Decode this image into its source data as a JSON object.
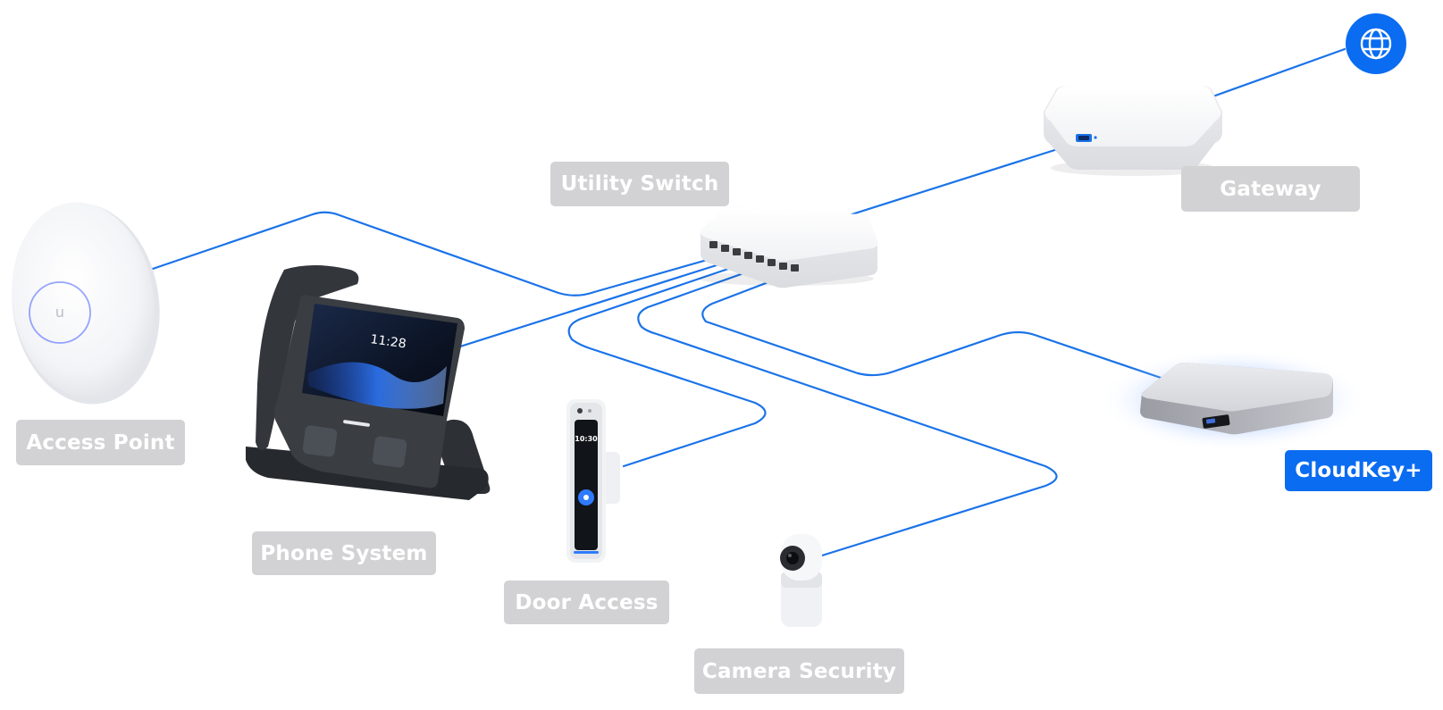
{
  "diagram": {
    "labels": {
      "utility_switch": "Utility Switch",
      "gateway": "Gateway",
      "access_point": "Access Point",
      "phone_system": "Phone System",
      "door_access": "Door Access",
      "camera_security": "Camera Security",
      "cloudkey": "CloudKey+"
    },
    "phone_screen_time": "11:28",
    "door_panel_time": "10:30",
    "colors": {
      "link": "#1a73e8",
      "label_bg": "#d2d2d4",
      "label_active_bg": "#0a6cf0",
      "internet_icon_bg": "#0a6cf0"
    },
    "icons": {
      "internet": "globe-icon"
    }
  }
}
